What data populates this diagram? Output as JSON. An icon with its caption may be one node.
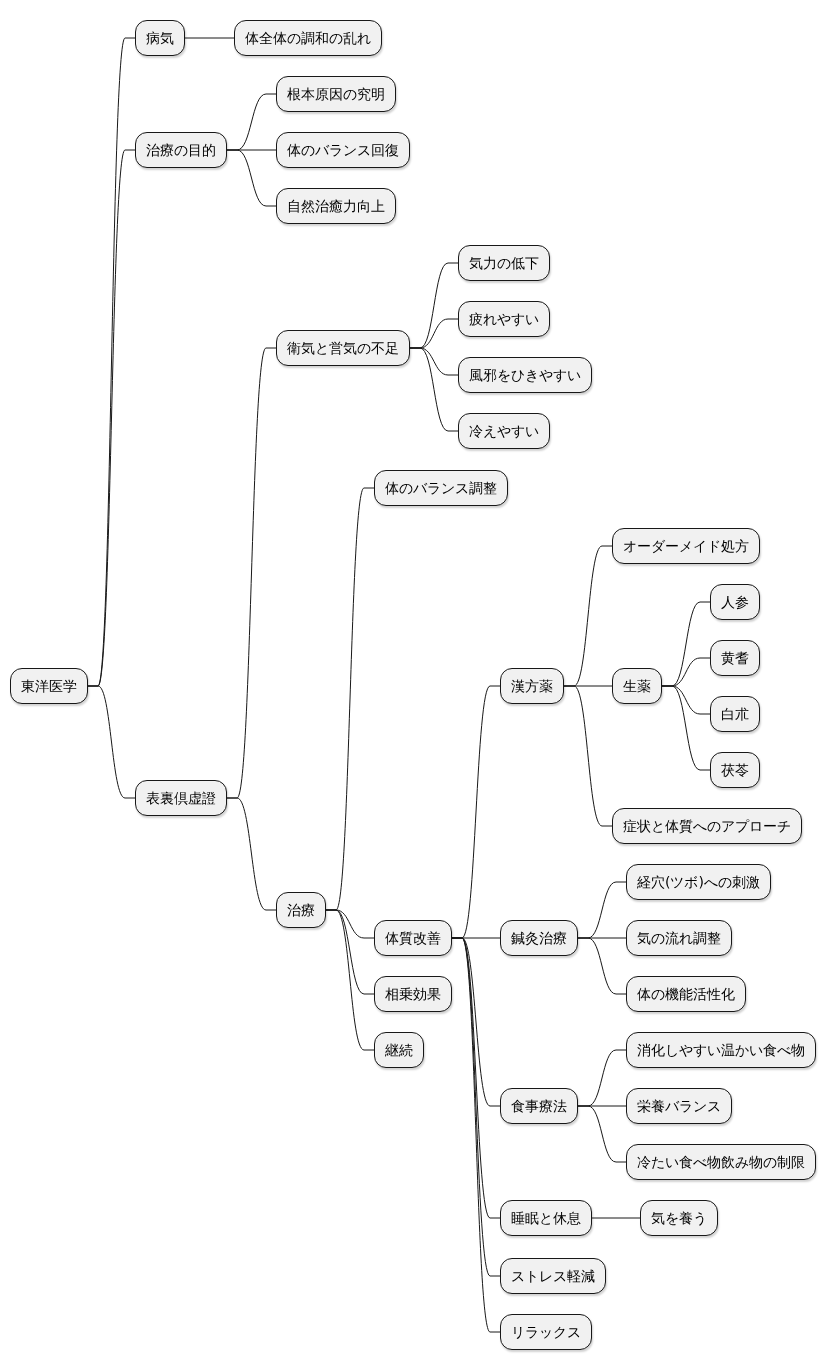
{
  "diagram": {
    "nodes": [
      {
        "text": [
          "東洋医学"
        ]
      },
      {
        "text": [
          "病気"
        ]
      },
      {
        "text": [
          "体全体の調和の乱れ"
        ]
      },
      {
        "text": [
          "治療の目的"
        ]
      },
      {
        "text": [
          "根本原因の究明"
        ]
      },
      {
        "text": [
          "体のバランス回復"
        ]
      },
      {
        "text": [
          "自然治癒力向上"
        ]
      },
      {
        "text": [
          "表裏倶虚證"
        ]
      },
      {
        "text": [
          "衛気と営気の不足"
        ]
      },
      {
        "text": [
          "気力の低下"
        ]
      },
      {
        "text": [
          "疲れやすい"
        ]
      },
      {
        "text": [
          "風邪をひきやすい"
        ]
      },
      {
        "text": [
          "冷えやすい"
        ]
      },
      {
        "text": [
          "治療"
        ]
      },
      {
        "text": [
          "体のバランス調整"
        ]
      },
      {
        "text": [
          "体質改善"
        ]
      },
      {
        "text": [
          "漢方薬"
        ]
      },
      {
        "text": [
          "オーダーメイド処方"
        ]
      },
      {
        "text": [
          "生薬"
        ]
      },
      {
        "text": [
          "人参"
        ]
      },
      {
        "text": [
          "黄耆"
        ]
      },
      {
        "text": [
          "白朮"
        ]
      },
      {
        "text": [
          "茯苓"
        ]
      },
      {
        "text": [
          "症状と体質へのアプローチ"
        ]
      },
      {
        "text": [
          "鍼灸治療"
        ]
      },
      {
        "text": [
          "経穴(ツボ)への刺激"
        ]
      },
      {
        "text": [
          "気の流れ調整"
        ]
      },
      {
        "text": [
          "体の機能活性化"
        ]
      },
      {
        "text": [
          "食事療法"
        ]
      },
      {
        "text": [
          "消化しやすい温かい食べ物"
        ]
      },
      {
        "text": [
          "栄養バランス"
        ]
      },
      {
        "text": [
          "冷たい食べ物飲み物の制限"
        ]
      },
      {
        "text": [
          "睡眠と休息"
        ]
      },
      {
        "text": [
          "気を養う"
        ]
      },
      {
        "text": [
          "ストレス軽減"
        ]
      },
      {
        "text": [
          "リラックス"
        ]
      },
      {
        "text": [
          "相乗効果"
        ]
      },
      {
        "text": [
          "継続"
        ]
      }
    ],
    "edges": [
      {
        "from": 0,
        "to": 1,
        "arrow": "none"
      },
      {
        "from": 1,
        "to": 2,
        "arrow": "none"
      },
      {
        "from": 0,
        "to": 3,
        "arrow": "none"
      },
      {
        "from": 3,
        "to": 4,
        "arrow": "none"
      },
      {
        "from": 3,
        "to": 5,
        "arrow": "none"
      },
      {
        "from": 3,
        "to": 6,
        "arrow": "none"
      },
      {
        "from": 0,
        "to": 7,
        "arrow": "none"
      },
      {
        "from": 7,
        "to": 8,
        "arrow": "none"
      },
      {
        "from": 8,
        "to": 9,
        "arrow": "none"
      },
      {
        "from": 8,
        "to": 10,
        "arrow": "none"
      },
      {
        "from": 8,
        "to": 11,
        "arrow": "none"
      },
      {
        "from": 8,
        "to": 12,
        "arrow": "none"
      },
      {
        "from": 7,
        "to": 13,
        "arrow": "none"
      },
      {
        "from": 13,
        "to": 14,
        "arrow": "none"
      },
      {
        "from": 13,
        "to": 15,
        "arrow": "none"
      },
      {
        "from": 15,
        "to": 16,
        "arrow": "none"
      },
      {
        "from": 16,
        "to": 17,
        "arrow": "none"
      },
      {
        "from": 16,
        "to": 18,
        "arrow": "none"
      },
      {
        "from": 18,
        "to": 19,
        "arrow": "none"
      },
      {
        "from": 18,
        "to": 20,
        "arrow": "none"
      },
      {
        "from": 18,
        "to": 21,
        "arrow": "none"
      },
      {
        "from": 18,
        "to": 22,
        "arrow": "none"
      },
      {
        "from": 16,
        "to": 23,
        "arrow": "none"
      },
      {
        "from": 15,
        "to": 24,
        "arrow": "none"
      },
      {
        "from": 24,
        "to": 25,
        "arrow": "none"
      },
      {
        "from": 24,
        "to": 26,
        "arrow": "none"
      },
      {
        "from": 24,
        "to": 27,
        "arrow": "none"
      },
      {
        "from": 15,
        "to": 28,
        "arrow": "none"
      },
      {
        "from": 28,
        "to": 29,
        "arrow": "none"
      },
      {
        "from": 28,
        "to": 30,
        "arrow": "none"
      },
      {
        "from": 28,
        "to": 31,
        "arrow": "none"
      },
      {
        "from": 15,
        "to": 32,
        "arrow": "none"
      },
      {
        "from": 32,
        "to": 33,
        "arrow": "none"
      },
      {
        "from": 15,
        "to": 34,
        "arrow": "none"
      },
      {
        "from": 15,
        "to": 35,
        "arrow": "none"
      },
      {
        "from": 13,
        "to": 36,
        "arrow": "none"
      },
      {
        "from": 13,
        "to": 37,
        "arrow": "none"
      }
    ]
  }
}
